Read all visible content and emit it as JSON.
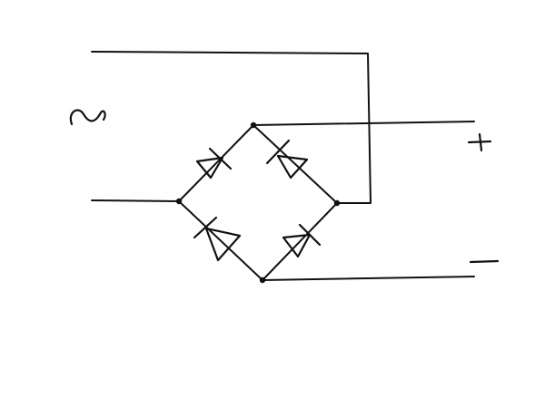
{
  "diagram": {
    "type": "circuit",
    "components": [
      {
        "kind": "ac-source-symbol"
      },
      {
        "kind": "diode"
      },
      {
        "kind": "diode"
      },
      {
        "kind": "diode"
      },
      {
        "kind": "diode"
      },
      {
        "kind": "positive-terminal-symbol"
      },
      {
        "kind": "negative-terminal-symbol"
      }
    ],
    "stroke_color": "#111111",
    "background_color": "#ffffff"
  }
}
